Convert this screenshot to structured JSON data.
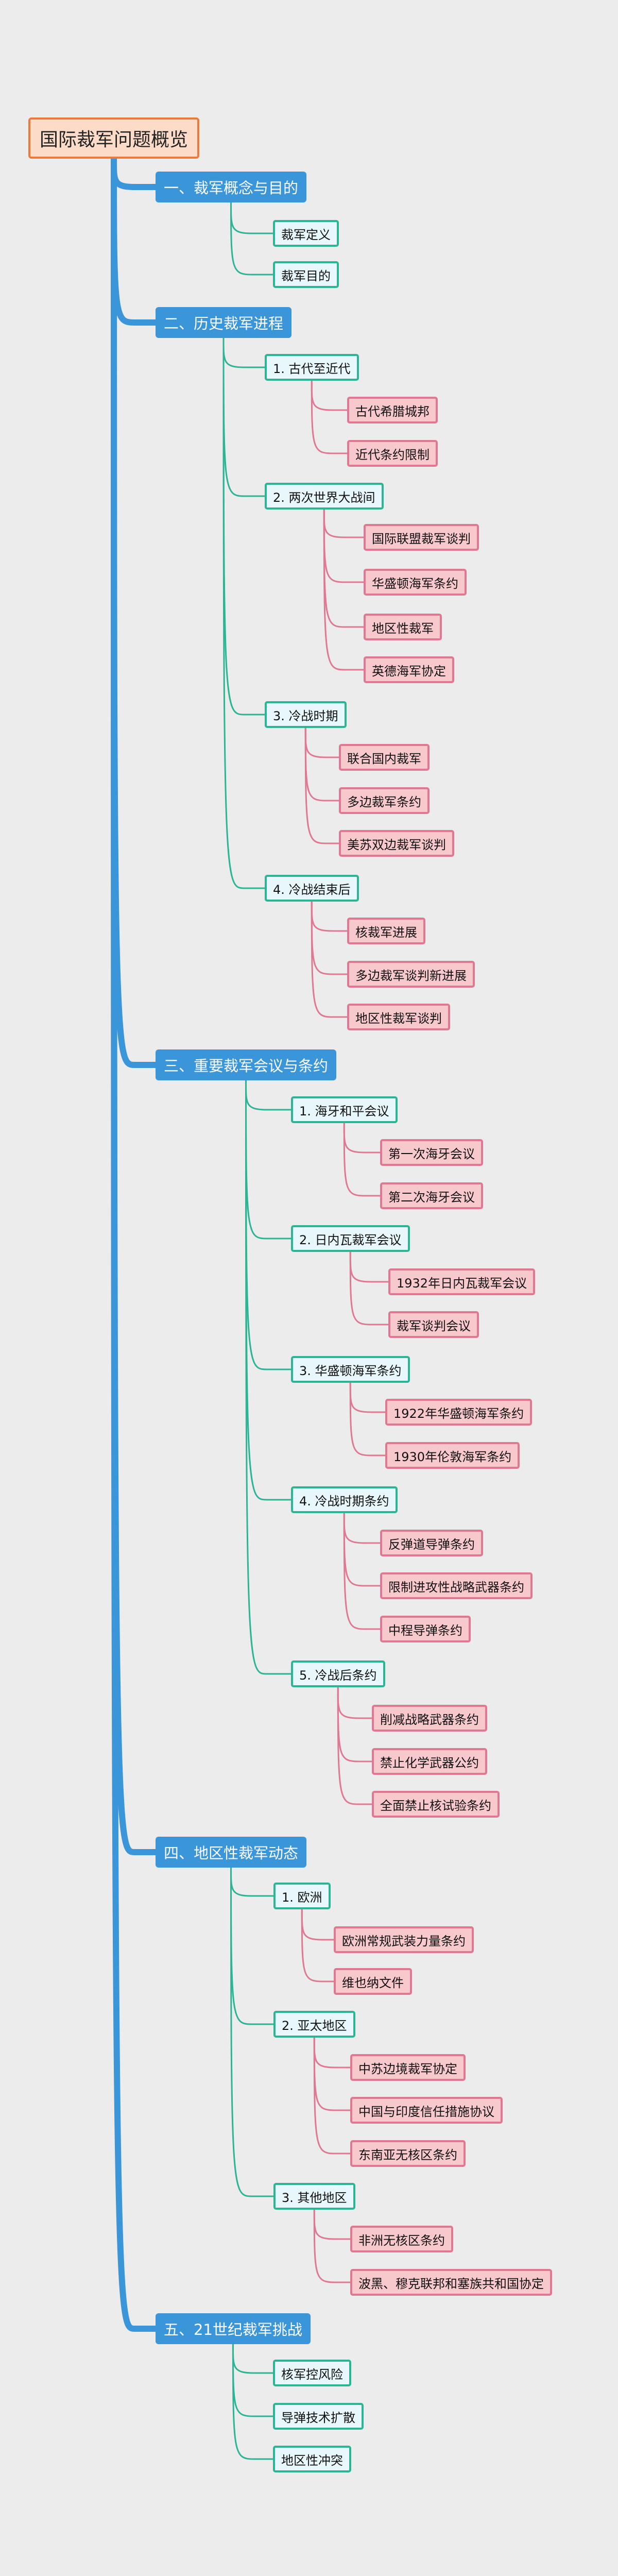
{
  "title": "国际裁军问题概览",
  "colors": {
    "root_fill": "#fcdcc8",
    "root_border": "#ec7b3a",
    "branch": "#3b95d9",
    "level2_border": "#2bb594",
    "level3_border": "#e07891",
    "level3_fill": "#f7c8cc",
    "background": "#ececec"
  },
  "sections": [
    {
      "label": "一、裁军概念与目的",
      "children": [
        {
          "label": "裁军定义",
          "children": []
        },
        {
          "label": "裁军目的",
          "children": []
        }
      ]
    },
    {
      "label": "二、历史裁军进程",
      "children": [
        {
          "label": "1. 古代至近代",
          "children": [
            {
              "label": "古代希腊城邦"
            },
            {
              "label": "近代条约限制"
            }
          ]
        },
        {
          "label": "2. 两次世界大战间",
          "children": [
            {
              "label": "国际联盟裁军谈判"
            },
            {
              "label": "华盛顿海军条约"
            },
            {
              "label": "地区性裁军"
            },
            {
              "label": "英德海军协定"
            }
          ]
        },
        {
          "label": "3. 冷战时期",
          "children": [
            {
              "label": "联合国内裁军"
            },
            {
              "label": "多边裁军条约"
            },
            {
              "label": "美苏双边裁军谈判"
            }
          ]
        },
        {
          "label": "4. 冷战结束后",
          "children": [
            {
              "label": "核裁军进展"
            },
            {
              "label": "多边裁军谈判新进展"
            },
            {
              "label": "地区性裁军谈判"
            }
          ]
        }
      ]
    },
    {
      "label": "三、重要裁军会议与条约",
      "children": [
        {
          "label": "1. 海牙和平会议",
          "children": [
            {
              "label": "第一次海牙会议"
            },
            {
              "label": "第二次海牙会议"
            }
          ]
        },
        {
          "label": "2. 日内瓦裁军会议",
          "children": [
            {
              "label": "1932年日内瓦裁军会议"
            },
            {
              "label": "裁军谈判会议"
            }
          ]
        },
        {
          "label": "3. 华盛顿海军条约",
          "children": [
            {
              "label": "1922年华盛顿海军条约"
            },
            {
              "label": "1930年伦敦海军条约"
            }
          ]
        },
        {
          "label": "4. 冷战时期条约",
          "children": [
            {
              "label": "反弹道导弹条约"
            },
            {
              "label": "限制进攻性战略武器条约"
            },
            {
              "label": "中程导弹条约"
            }
          ]
        },
        {
          "label": "5. 冷战后条约",
          "children": [
            {
              "label": "削减战略武器条约"
            },
            {
              "label": "禁止化学武器公约"
            },
            {
              "label": "全面禁止核试验条约"
            }
          ]
        }
      ]
    },
    {
      "label": "四、地区性裁军动态",
      "children": [
        {
          "label": "1. 欧洲",
          "children": [
            {
              "label": "欧洲常规武装力量条约"
            },
            {
              "label": "维也纳文件"
            }
          ]
        },
        {
          "label": "2. 亚太地区",
          "children": [
            {
              "label": "中苏边境裁军协定"
            },
            {
              "label": "中国与印度信任措施协议"
            },
            {
              "label": "东南亚无核区条约"
            }
          ]
        },
        {
          "label": "3. 其他地区",
          "children": [
            {
              "label": "非洲无核区条约"
            },
            {
              "label": "波黑、穆克联邦和塞族共和国协定"
            }
          ]
        }
      ]
    },
    {
      "label": "五、21世纪裁军挑战",
      "children": [
        {
          "label": "核军控风险",
          "children": []
        },
        {
          "label": "导弹技术扩散",
          "children": []
        },
        {
          "label": "地区性冲突",
          "children": []
        }
      ]
    }
  ]
}
